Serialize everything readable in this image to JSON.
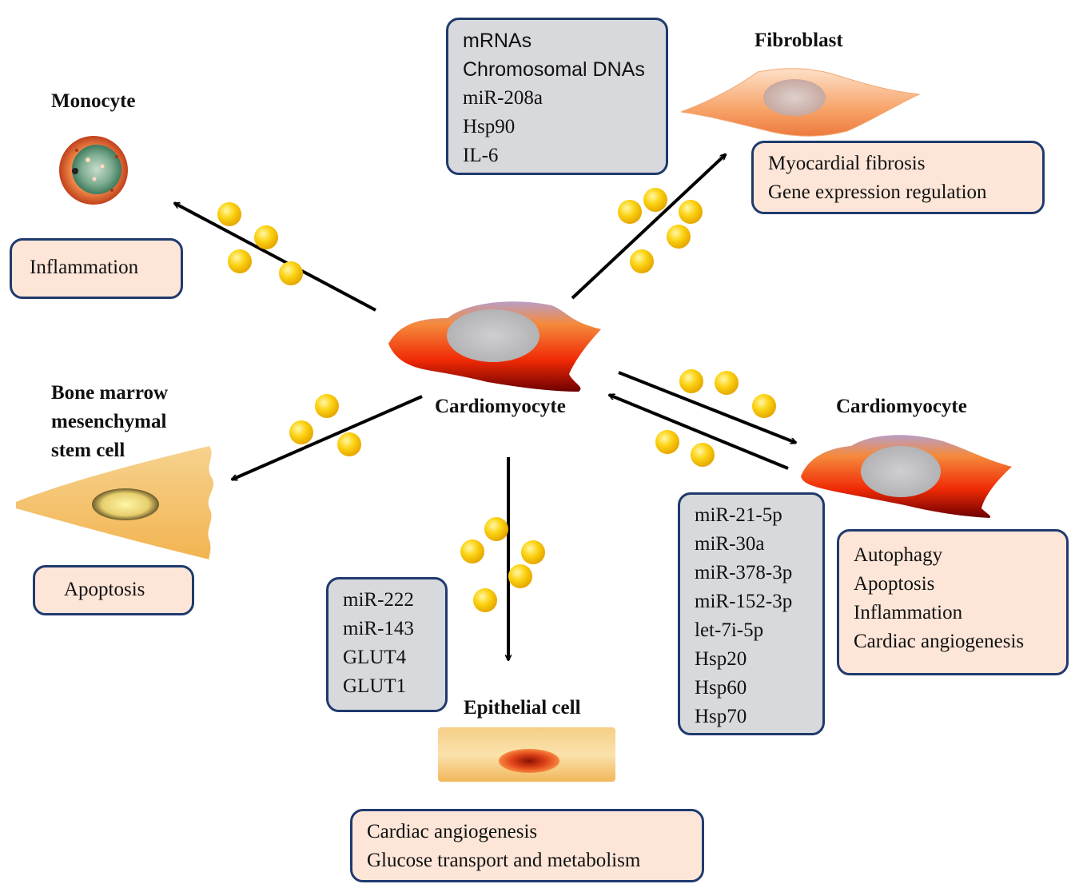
{
  "labels": {
    "monocyte": "Monocyte",
    "fibroblast": "Fibroblast",
    "bmsc": [
      "Bone marrow",
      "mesenchymal",
      "stem cell"
    ],
    "cardiomyocyte_center": "Cardiomyocyte",
    "cardiomyocyte_right": "Cardiomyocyte",
    "epithelial": "Epithelial cell"
  },
  "effects": {
    "monocyte": [
      "Inflammation"
    ],
    "fibroblast": [
      "Myocardial fibrosis",
      "Gene expression regulation"
    ],
    "bmsc": [
      "Apoptosis"
    ],
    "cardiomyocyte": [
      "Autophagy",
      "Apoptosis",
      "Inflammation",
      "Cardiac angiogenesis"
    ],
    "epithelial": [
      "Cardiac angiogenesis",
      "Glucose transport and metabolism"
    ]
  },
  "cargo": {
    "fibroblast": [
      "mRNAs",
      "Chromosomal DNAs",
      "miR-208a",
      "Hsp90",
      "IL-6"
    ],
    "cardiomyocyte": [
      "miR-21-5p",
      "miR-30a",
      "miR-378-3p",
      "miR-152-3p",
      "let-7i-5p",
      "Hsp20",
      "Hsp60",
      "Hsp70"
    ],
    "epithelial": [
      "miR-222",
      "miR-143",
      "GLUT4",
      "GLUT1"
    ]
  },
  "colors": {
    "box_border": "#1f3a6e",
    "cargo_fill": "#d8d9dc",
    "effect_fill": "#fde6d8",
    "vesicle": "#f7c700",
    "cardiomyocyte_top": "#f58a3c",
    "cardiomyocyte_bottom": "#7a0000"
  }
}
